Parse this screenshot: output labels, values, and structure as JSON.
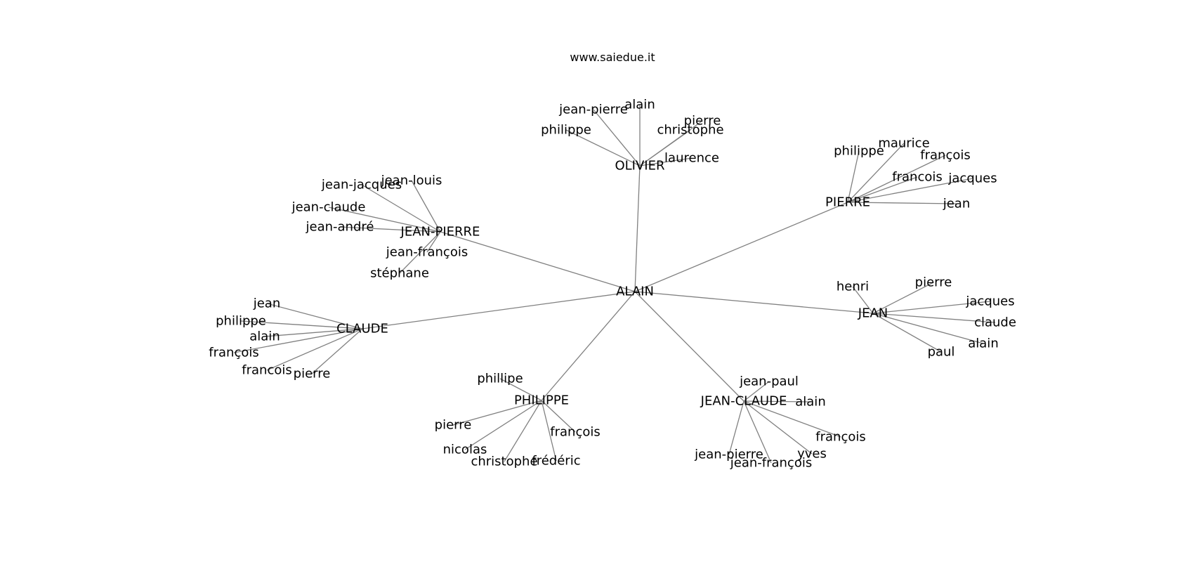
{
  "caption": "www.saiedue.it",
  "root": "ALAIN",
  "groups": [
    {
      "name": "OLIVIER",
      "children": [
        "alain",
        "jean-pierre",
        "philippe",
        "pierre",
        "christophe",
        "laurence"
      ]
    },
    {
      "name": "PIERRE",
      "children": [
        "maurice",
        "philippe",
        "françois",
        "francois",
        "jacques",
        "jean"
      ]
    },
    {
      "name": "JEAN-PIERRE",
      "children": [
        "jean-louis",
        "jean-jacques",
        "jean-claude",
        "jean-andré",
        "jean-françois",
        "stéphane"
      ]
    },
    {
      "name": "JEAN",
      "children": [
        "pierre",
        "henri",
        "jacques",
        "claude",
        "alain",
        "paul"
      ]
    },
    {
      "name": "CLAUDE",
      "children": [
        "jean",
        "philippe",
        "alain",
        "françois",
        "francois",
        "pierre"
      ]
    },
    {
      "name": "PHILIPPE",
      "children": [
        "phillipe",
        "pierre",
        "nicolas",
        "christophe",
        "frédéric",
        "françois"
      ]
    },
    {
      "name": "JEAN-CLAUDE",
      "children": [
        "jean-paul",
        "alain",
        "françois",
        "yves",
        "jean-pierre",
        "jean-françois"
      ]
    }
  ]
}
